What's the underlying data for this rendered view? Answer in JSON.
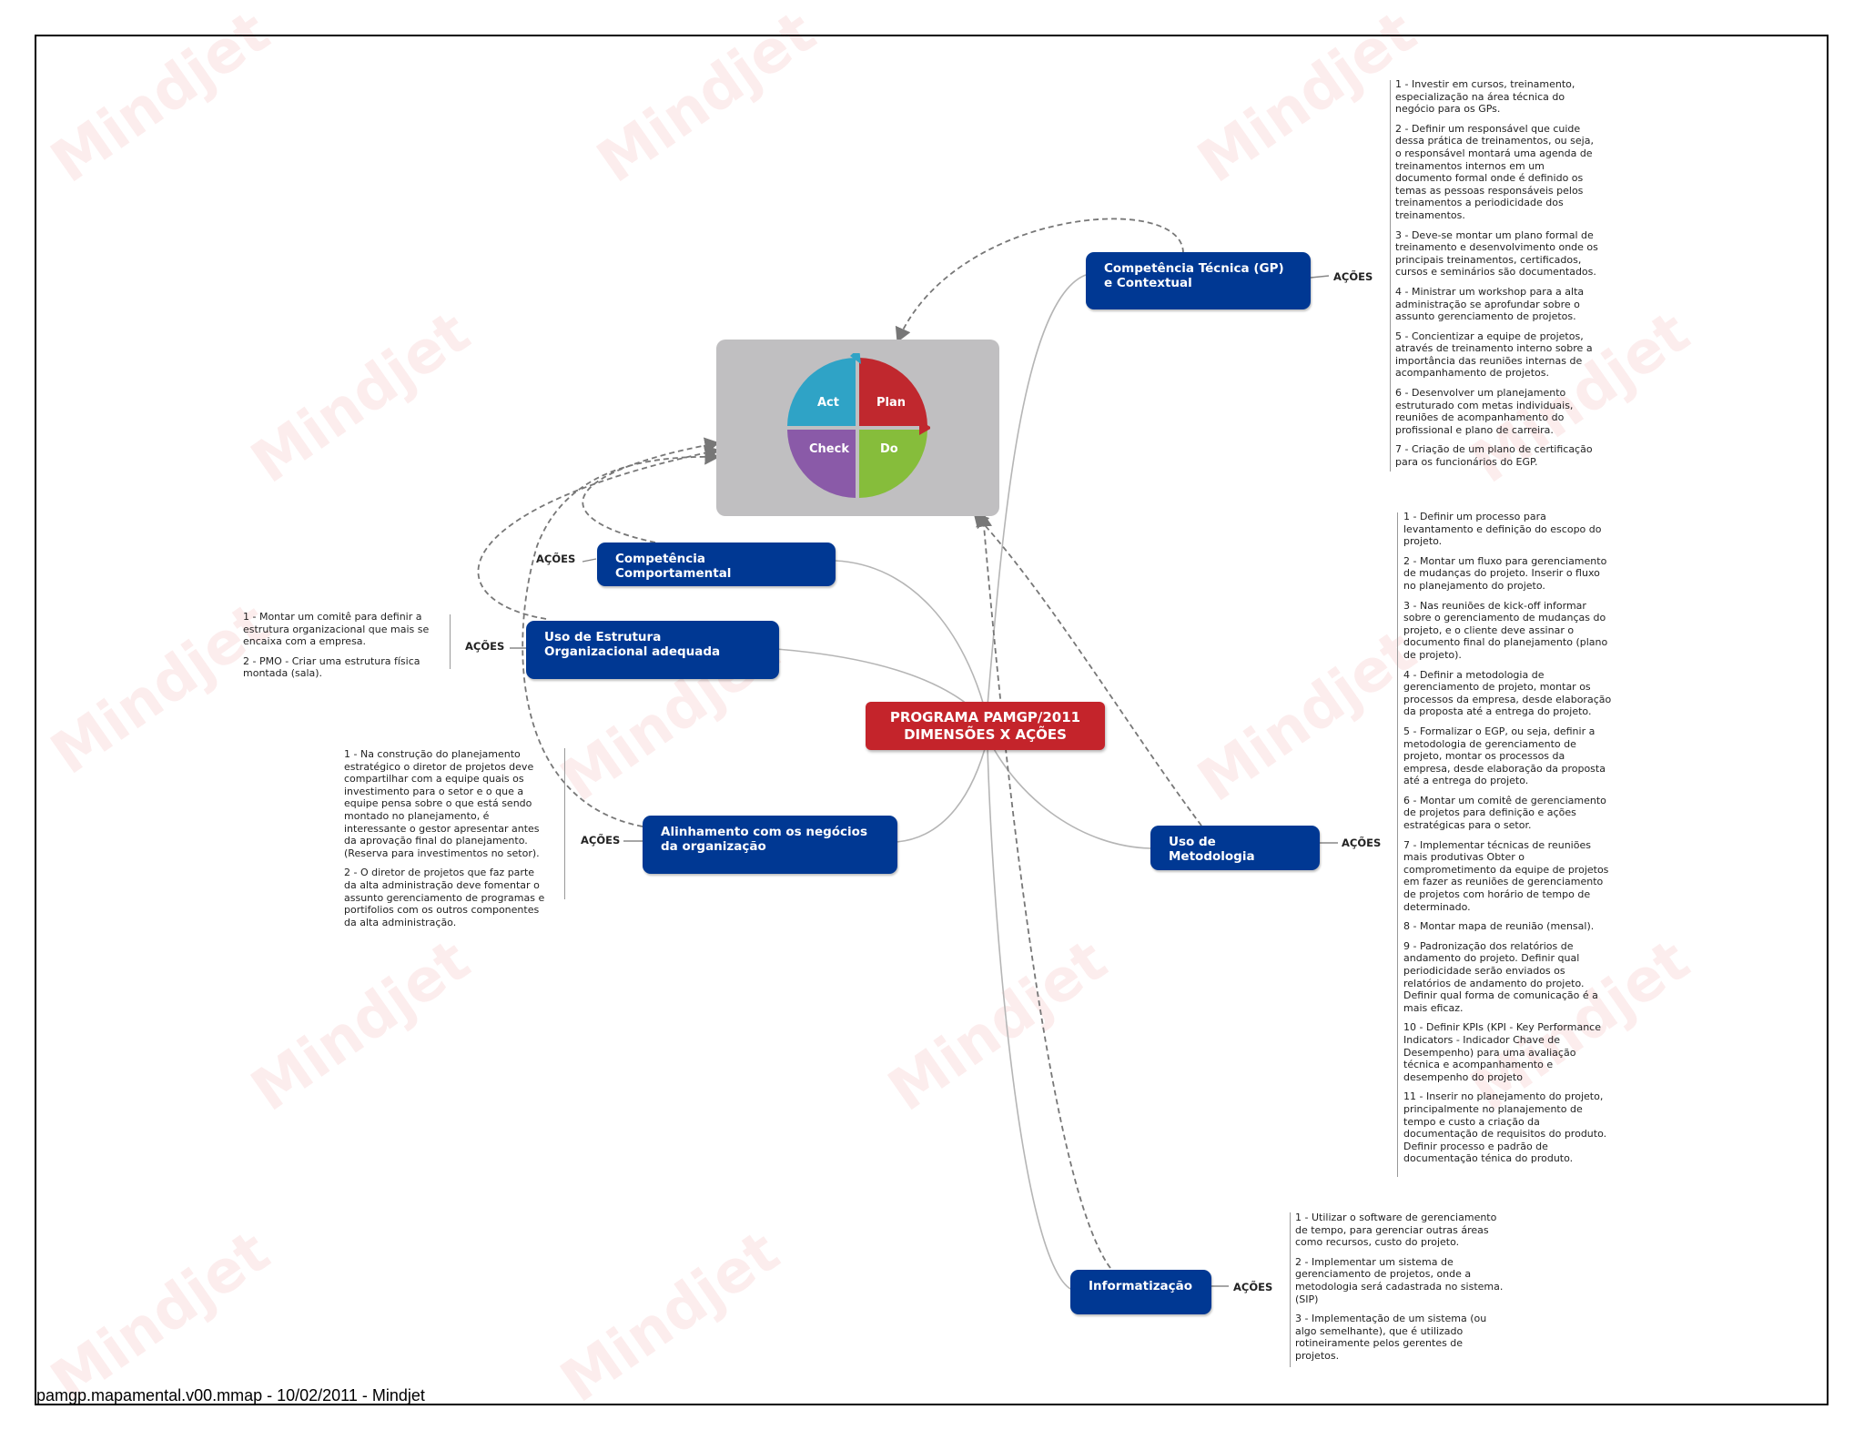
{
  "central": {
    "line1": "PROGRAMA PAMGP/2011",
    "line2": "DIMENSÕES X AÇÕES"
  },
  "pdca": {
    "act": "Act",
    "plan": "Plan",
    "check": "Check",
    "do": "Do"
  },
  "branches": {
    "tecnica": {
      "title": "Competência Técnica (GP) e Contextual",
      "acoes": "AÇÕES",
      "items": [
        "1 - Investir em cursos, treinamento,\nespecialização na área técnica do\nnegócio para os GPs.",
        "2 - Definir um responsável que cuide\ndessa prática de treinamentos, ou seja,\no responsável montará uma agenda de\ntreinamentos internos em um\ndocumento formal onde é definido os\ntemas as pessoas responsáveis pelos\ntreinamentos a periodicidade dos\ntreinamentos.",
        "3 - Deve-se montar um plano formal de\ntreinamento e desenvolvimento onde os\nprincipais treinamentos, certificados,\ncursos e seminários são documentados.",
        "4 - Ministrar um workshop para a alta\nadministração se aprofundar sobre o\nassunto gerenciamento de projetos.",
        "5 - Concientizar a equipe de projetos,\natravés de treinamento interno sobre a\nimportância das reuniões internas de\nacompanhamento de projetos.",
        "6 - Desenvolver um planejamento\nestruturado com metas individuais,\nreuniões de acompanhamento do\nprofissional e plano de carreira.",
        "7 - Criação de um plano de certificação\npara os funcionários do EGP."
      ]
    },
    "comportamental": {
      "title": "Competência  Comportamental",
      "acoes": "AÇÕES"
    },
    "estrutura": {
      "title": "Uso de Estrutura Organizacional adequada",
      "acoes": "AÇÕES",
      "items": [
        "1 - Montar um comitê para definir a\nestrutura organizacional que mais se\nencaixa com a empresa.",
        "2 -  PMO - Criar uma estrutura física\nmontada (sala)."
      ]
    },
    "alinhamento": {
      "title": "Alinhamento com os negócios da organização",
      "acoes": "AÇÕES",
      "items": [
        "1 - Na construção do planejamento\nestratégico o diretor de projetos deve\ncompartilhar com a equipe quais os\ninvestimento para o setor e o que a\nequipe pensa sobre o que está sendo\nmontado no planejamento, é\ninteressante o gestor apresentar antes\nda aprovação final do planejamento.\n(Reserva para investimentos no setor).",
        "2 - O diretor de projetos que faz parte\nda alta administração deve fomentar o\nassunto gerenciamento de programas e\nportifolios com os outros componentes\nda alta administração."
      ]
    },
    "metodologia": {
      "title": "Uso  de  Metodologia",
      "acoes": "AÇÕES",
      "items": [
        "1 - Definir um processo para\nlevantamento e definição do escopo do\nprojeto.",
        "2 - Montar um fluxo para gerenciamento\nde mudanças do projeto. Inserir o fluxo\nno planejamento do projeto.",
        "3 - Nas reuniões de kick-off informar\nsobre o gerenciamento de mudanças do\nprojeto, e o cliente deve assinar o\ndocumento final do planejamento (plano\nde projeto).",
        "4 - Definir a metodologia de\ngerenciamento de projeto, montar os\nprocessos da empresa, desde elaboração\nda proposta até a entrega do projeto.",
        "5 - Formalizar o EGP, ou seja, definir a\nmetodologia de gerenciamento de\nprojeto, montar os processos da\nempresa, desde elaboração da proposta\naté a entrega do projeto.",
        "6 - Montar um comitê de gerenciamento\nde projetos para definição e ações\nestratégicas para o setor.",
        "7 -  Implementar técnicas de reuniões\nmais produtivas Obter o\ncomprometimento da equipe de projetos\nem fazer as reuniões de gerenciamento\nde projetos com horário de tempo de\ndeterminado.",
        "8 - Montar mapa de reunião (mensal).",
        "9 - Padronização dos relatórios de\nandamento do projeto. Definir qual\nperiodicidade serão enviados os\nrelatórios de andamento do projeto.\nDefinir qual forma de comunicação é a\nmais eficaz.",
        "10 - Definir KPIs (KPI - Key Performance\nIndicators - Indicador Chave de\nDesempenho) para uma avaliação\ntécnica e acompanhamento e\ndesempenho do projeto",
        "11 - Inserir no planejamento do projeto,\nprincipalmente no planajemento de\ntempo e custo a criação da\ndocumentação de requisitos do produto.\nDefinir processo e padrão de\ndocumentação ténica do produto."
      ]
    },
    "informatizacao": {
      "title": "Informatização",
      "acoes": "AÇÕES",
      "items": [
        "1 - Utilizar o software de gerenciamento\nde tempo, para gerenciar outras áreas\ncomo recursos, custo do projeto.",
        "2 - Implementar um sistema de\ngerenciamento de  projetos, onde a\nmetodologia será cadastrada no sistema.\n(SIP)",
        "3 - Implementação de um sistema (ou\nalgo semelhante), que é utilizado\nrotineiramente pelos gerentes de\nprojetos."
      ]
    }
  },
  "watermark": "Mindjet",
  "footer": "pamgp.mapamental.v00.mmap  -  10/02/2011  -  Mindjet"
}
